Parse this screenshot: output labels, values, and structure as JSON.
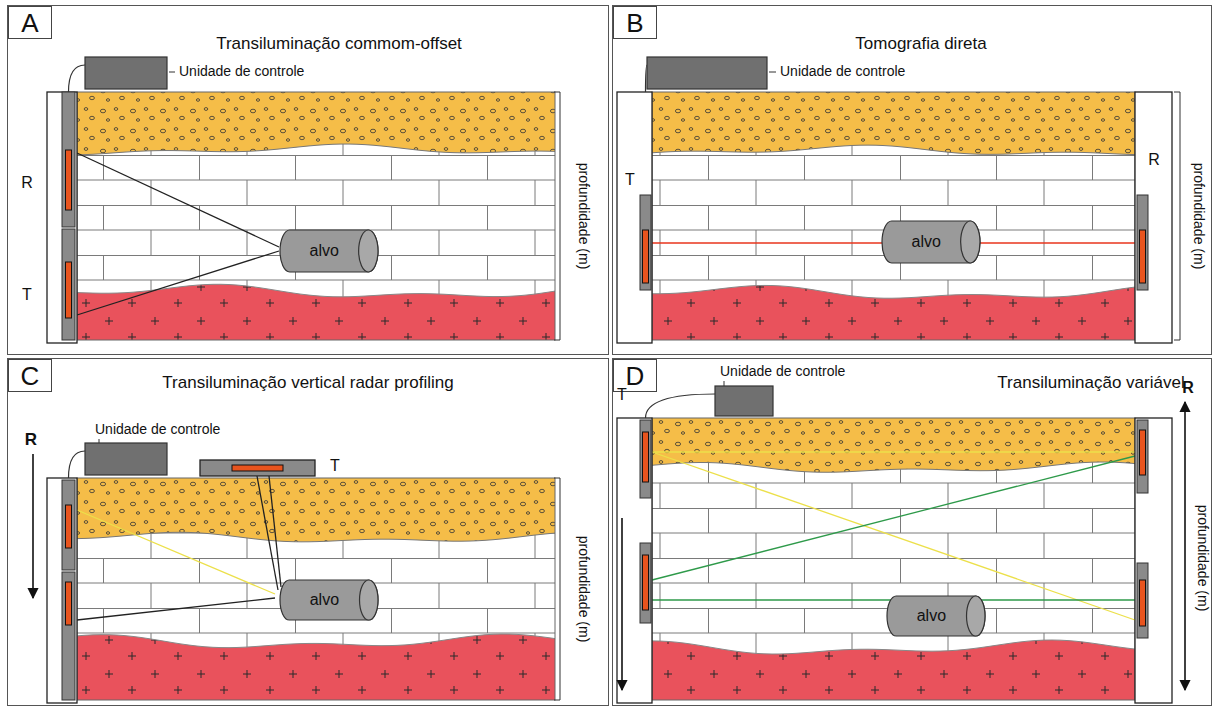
{
  "diagram": {
    "nodes": [
      {
        "text": [
          "Transiluminação commom-offset"
        ]
      },
      {
        "text": [
          "A"
        ],
        "in": 0
      },
      {
        "text": [
          "alvo"
        ],
        "in": 0
      },
      {
        "text": [
          "Tomografia direta"
        ]
      },
      {
        "text": [
          "B"
        ],
        "in": 3
      },
      {
        "text": [
          "alvo"
        ],
        "in": 3
      },
      {
        "text": [
          "Transiluminação vertical radar profiling"
        ]
      },
      {
        "text": [
          "C"
        ],
        "in": 6
      },
      {
        "text": [
          "alvo"
        ],
        "in": 6
      },
      {
        "text": [
          "Transiluminação variável"
        ]
      },
      {
        "text": [
          "D"
        ],
        "in": 9
      },
      {
        "text": [
          "alvo"
        ],
        "in": 9
      }
    ],
    "labels": [
      "Unidade de controle",
      "R",
      "T",
      "profundidade (m)",
      "Unidade de controle",
      "T",
      "R",
      "profundidade (m)",
      "Unidade de controle",
      "T",
      "R",
      "profundidade (m)",
      "Unidade de controle",
      "T",
      "R",
      "profundidade (m)"
    ]
  }
}
